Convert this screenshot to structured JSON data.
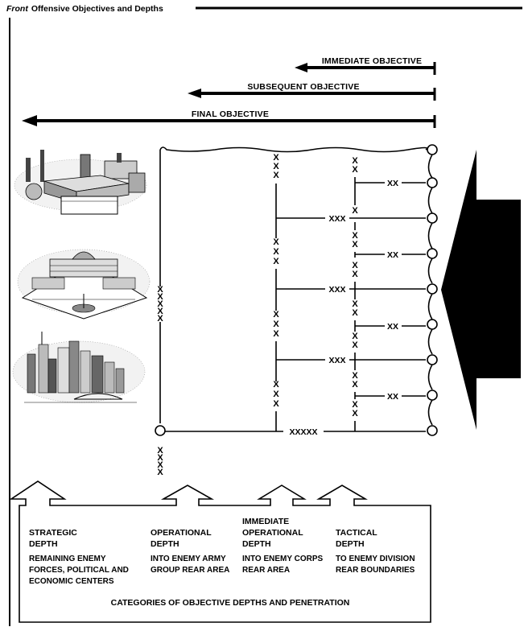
{
  "header": {
    "prefix": "Front",
    "title": "Offensive Objectives and Depths"
  },
  "objectives": [
    {
      "label": "IMMEDIATE OBJECTIVE"
    },
    {
      "label": "SUBSEQUENT OBJECTIVE"
    },
    {
      "label": "FINAL OBJECTIVE"
    }
  ],
  "symbols": {
    "army_group": "XXXXX",
    "army": "XXXX",
    "corps": "XXX",
    "division": "XX"
  },
  "categories": [
    {
      "title": [
        "STRATEGIC",
        "DEPTH"
      ],
      "desc": [
        "REMAINING ENEMY",
        "FORCES, POLITICAL AND",
        "ECONOMIC CENTERS"
      ]
    },
    {
      "title": [
        "OPERATIONAL",
        "DEPTH"
      ],
      "desc": [
        "INTO ENEMY ARMY",
        "GROUP REAR AREA"
      ]
    },
    {
      "title": [
        "IMMEDIATE",
        "OPERATIONAL",
        "DEPTH"
      ],
      "desc": [
        "INTO ENEMY CORPS",
        "REAR AREA"
      ]
    },
    {
      "title": [
        "TACTICAL",
        "DEPTH"
      ],
      "desc": [
        "TO ENEMY DIVISION",
        "REAR BOUNDARIES"
      ]
    }
  ],
  "caption": "CATEGORIES OF OBJECTIVE DEPTHS AND PENETRATION",
  "illustrations": [
    "industrial-complex-illustration",
    "government-complex-illustration",
    "city-skyline-illustration"
  ]
}
